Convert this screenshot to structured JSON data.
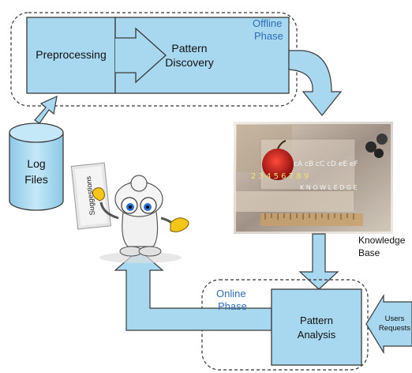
{
  "offline": {
    "phase_line1": "Offline",
    "phase_line2": "Phase",
    "preprocessing": "Preprocessing",
    "pattern_discovery_line1": "Pattern",
    "pattern_discovery_line2": "Discovery"
  },
  "online": {
    "phase_line1": "Online",
    "phase_line2": "Phase",
    "pattern_analysis_line1": "Pattern",
    "pattern_analysis_line2": "Analysis"
  },
  "log_files": {
    "line1": "Log",
    "line2": "Files"
  },
  "knowledge_base": {
    "line1": "Knowledge",
    "line2": "Base"
  },
  "users_requests": {
    "line1": "Users",
    "line2": "Requests"
  },
  "suggestions_card": "Suggestions",
  "photo_text": {
    "row1": "cA cB cC cD eE eF",
    "row2": "2 3 4 5 6 7 8 9",
    "row3": "K N O W L E D G E"
  },
  "colors": {
    "box_fill": "#a8d8f0",
    "box_stroke": "#3a3a3a",
    "phase_text": "#2f6db5"
  }
}
